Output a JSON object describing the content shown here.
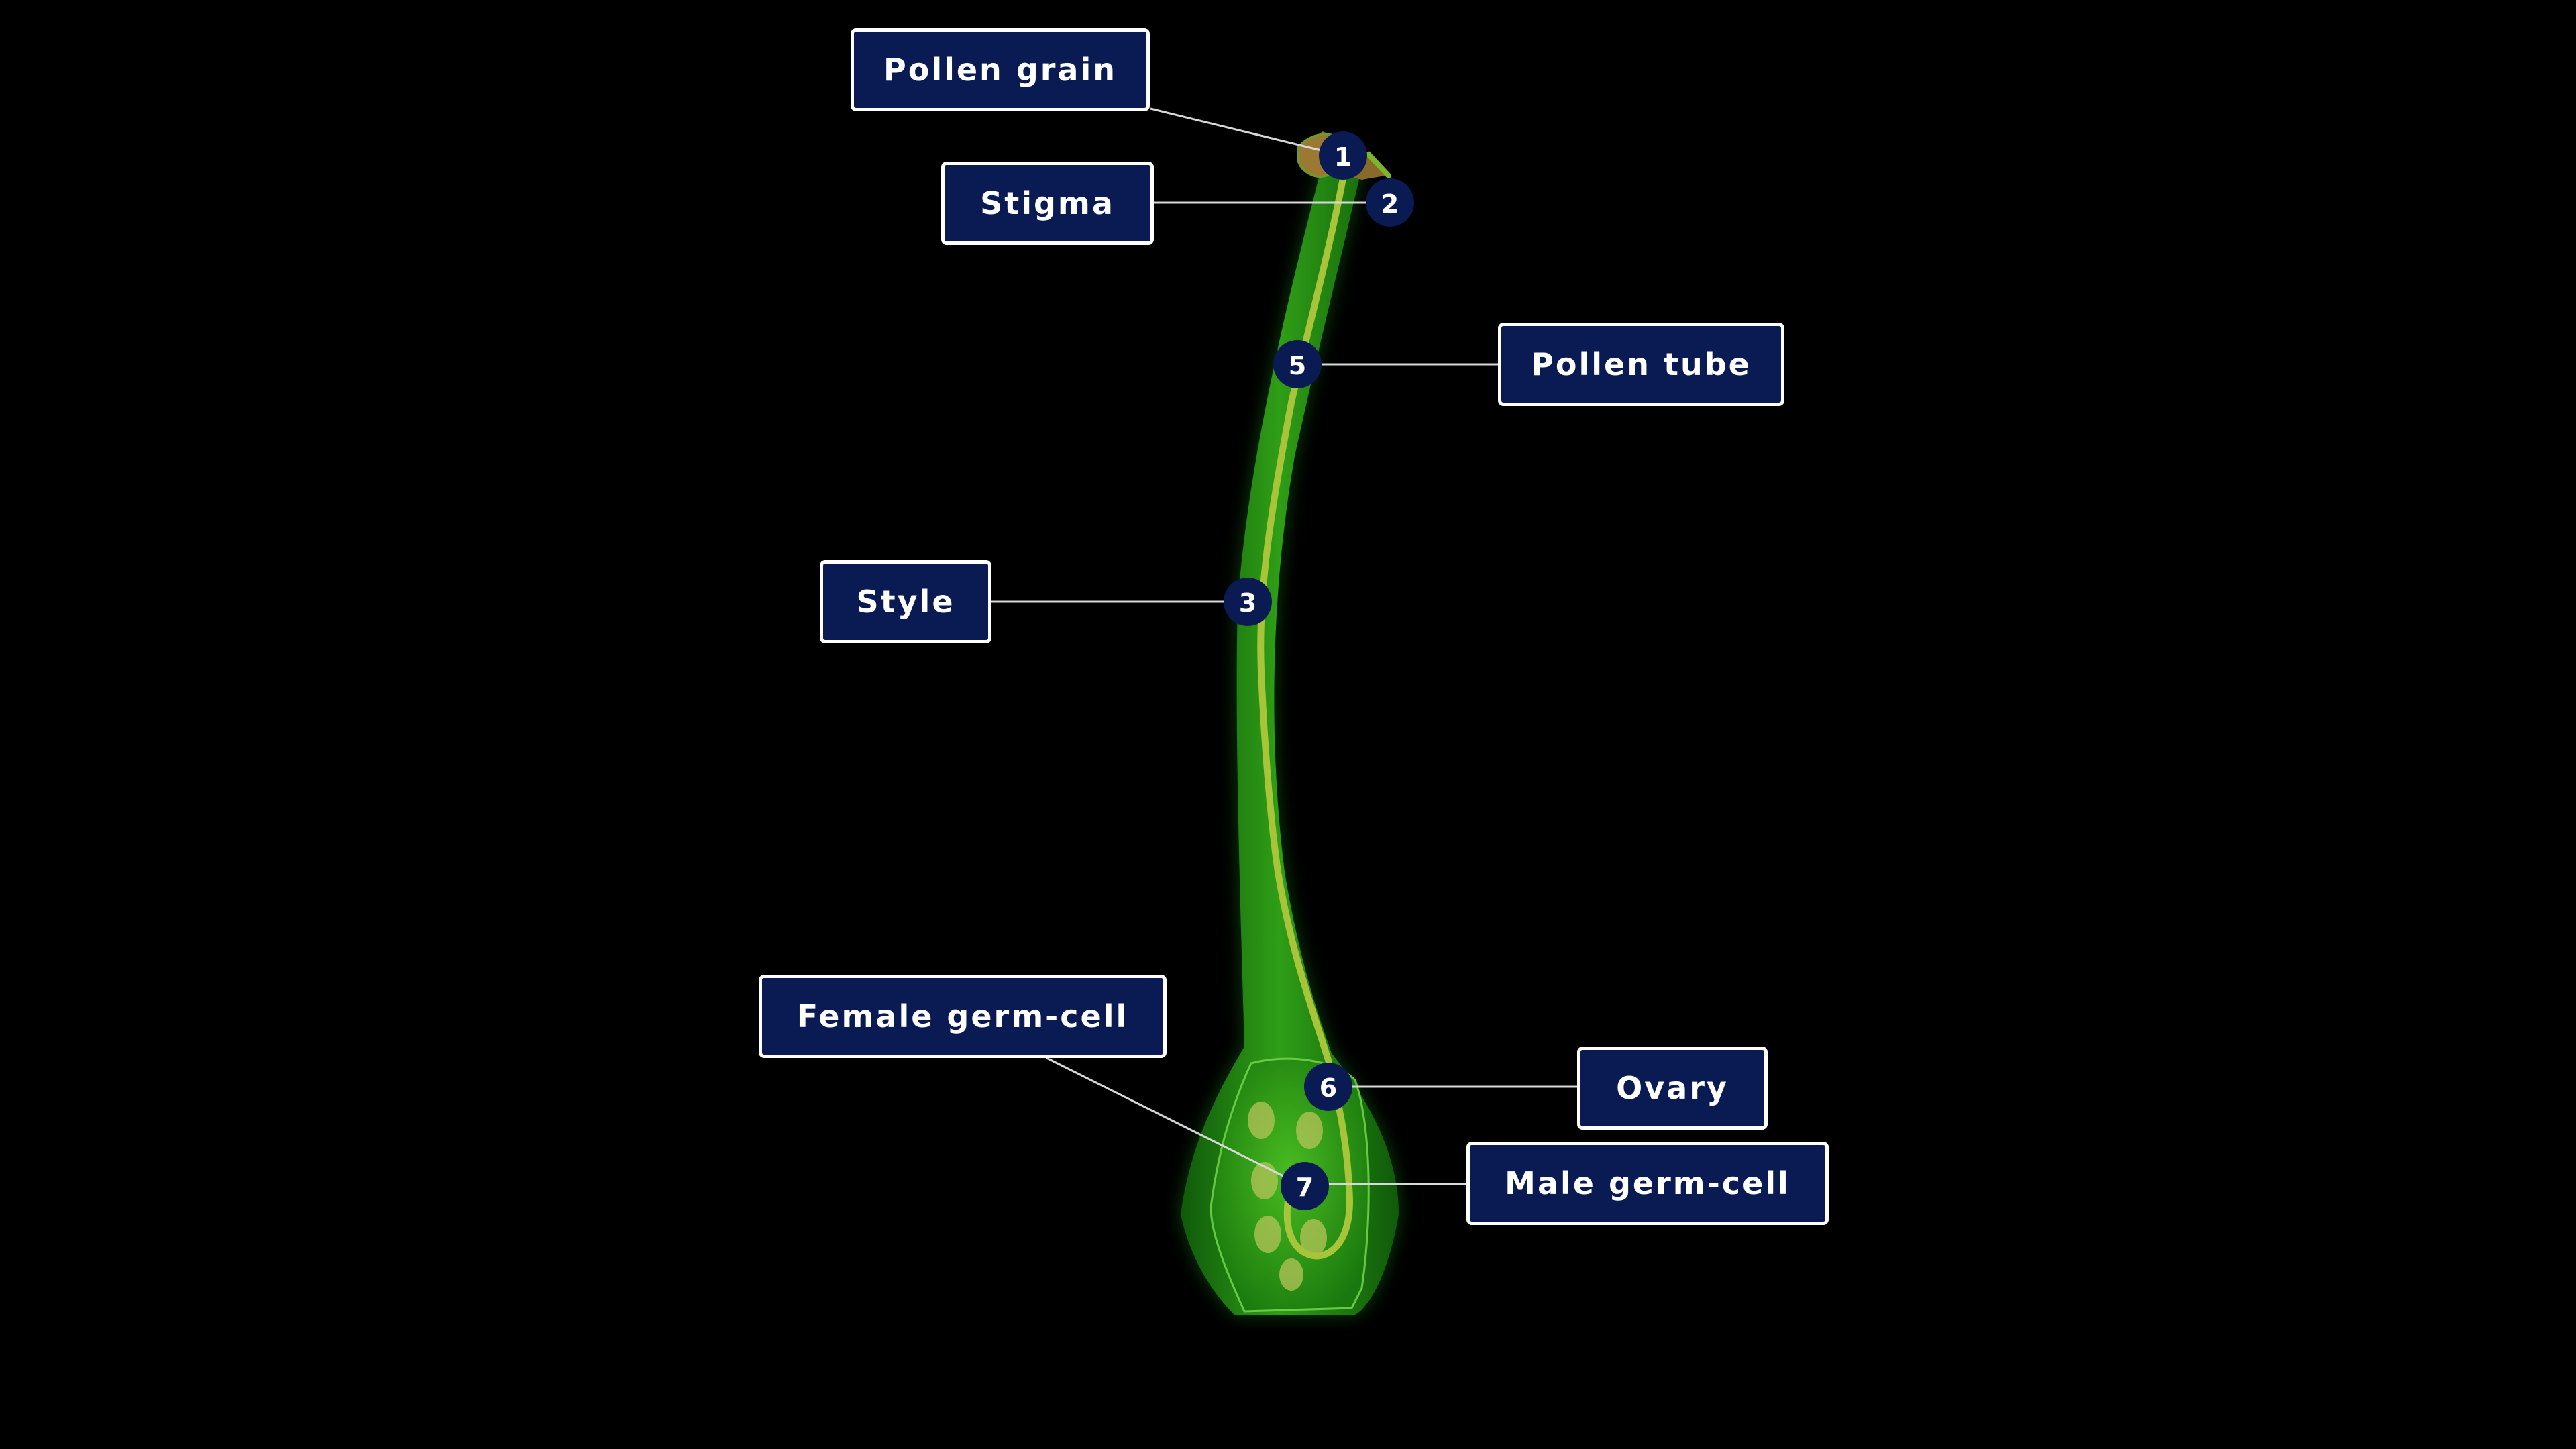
{
  "colors": {
    "background": "#000000",
    "label_fill": "#0a1a52",
    "label_border": "#ffffff",
    "marker_fill": "#0a1a52",
    "marker_text": "#ffffff",
    "leader_line": "#d8d8d8",
    "pistil_outer": "#1f8a12",
    "pistil_inner": "#3fb51f",
    "pollen_tube": "#a8c43a",
    "stigma": "#8a6a2a",
    "ovule": "#b6c45a"
  },
  "labels": {
    "pollen_grain": "Pollen grain",
    "stigma": "Stigma",
    "pollen_tube": "Pollen tube",
    "style": "Style",
    "female_germ_cell": "Female germ-cell",
    "ovary": "Ovary",
    "male_germ_cell": "Male germ-cell"
  },
  "markers": {
    "pollen_grain": "1",
    "stigma": "2",
    "style": "3",
    "pollen_tube": "5",
    "ovary": "6",
    "male_germ_cell": "7"
  }
}
